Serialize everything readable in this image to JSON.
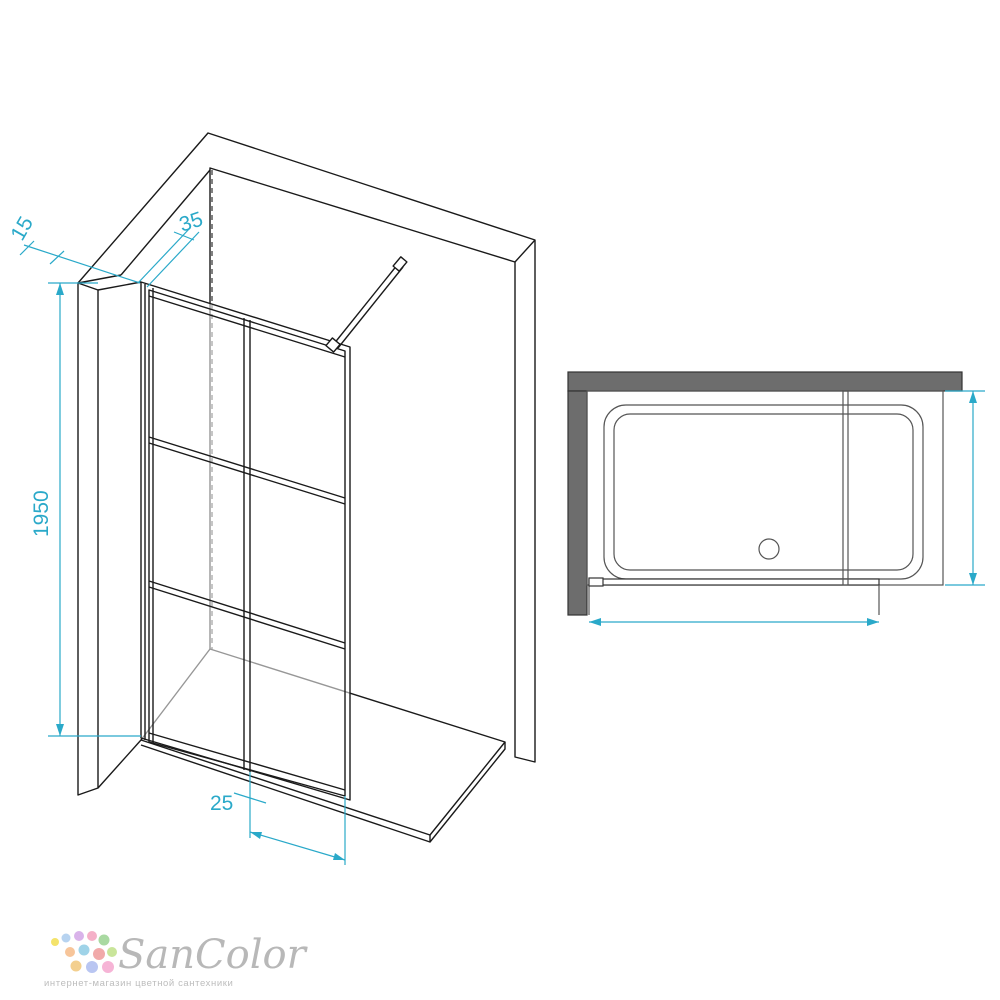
{
  "dimensions": {
    "wall_gap": "15",
    "profile_width": "35",
    "height": "1950",
    "bottom_gap": "25"
  },
  "logo": {
    "name": "SanColor",
    "tagline": "интернет-магазин цветной сантехники"
  },
  "colors": {
    "line": "#1a1a1a",
    "dimension": "#2aa9c9",
    "wall_fill": "#6d6d6d",
    "logo": "#b8b8b8"
  }
}
